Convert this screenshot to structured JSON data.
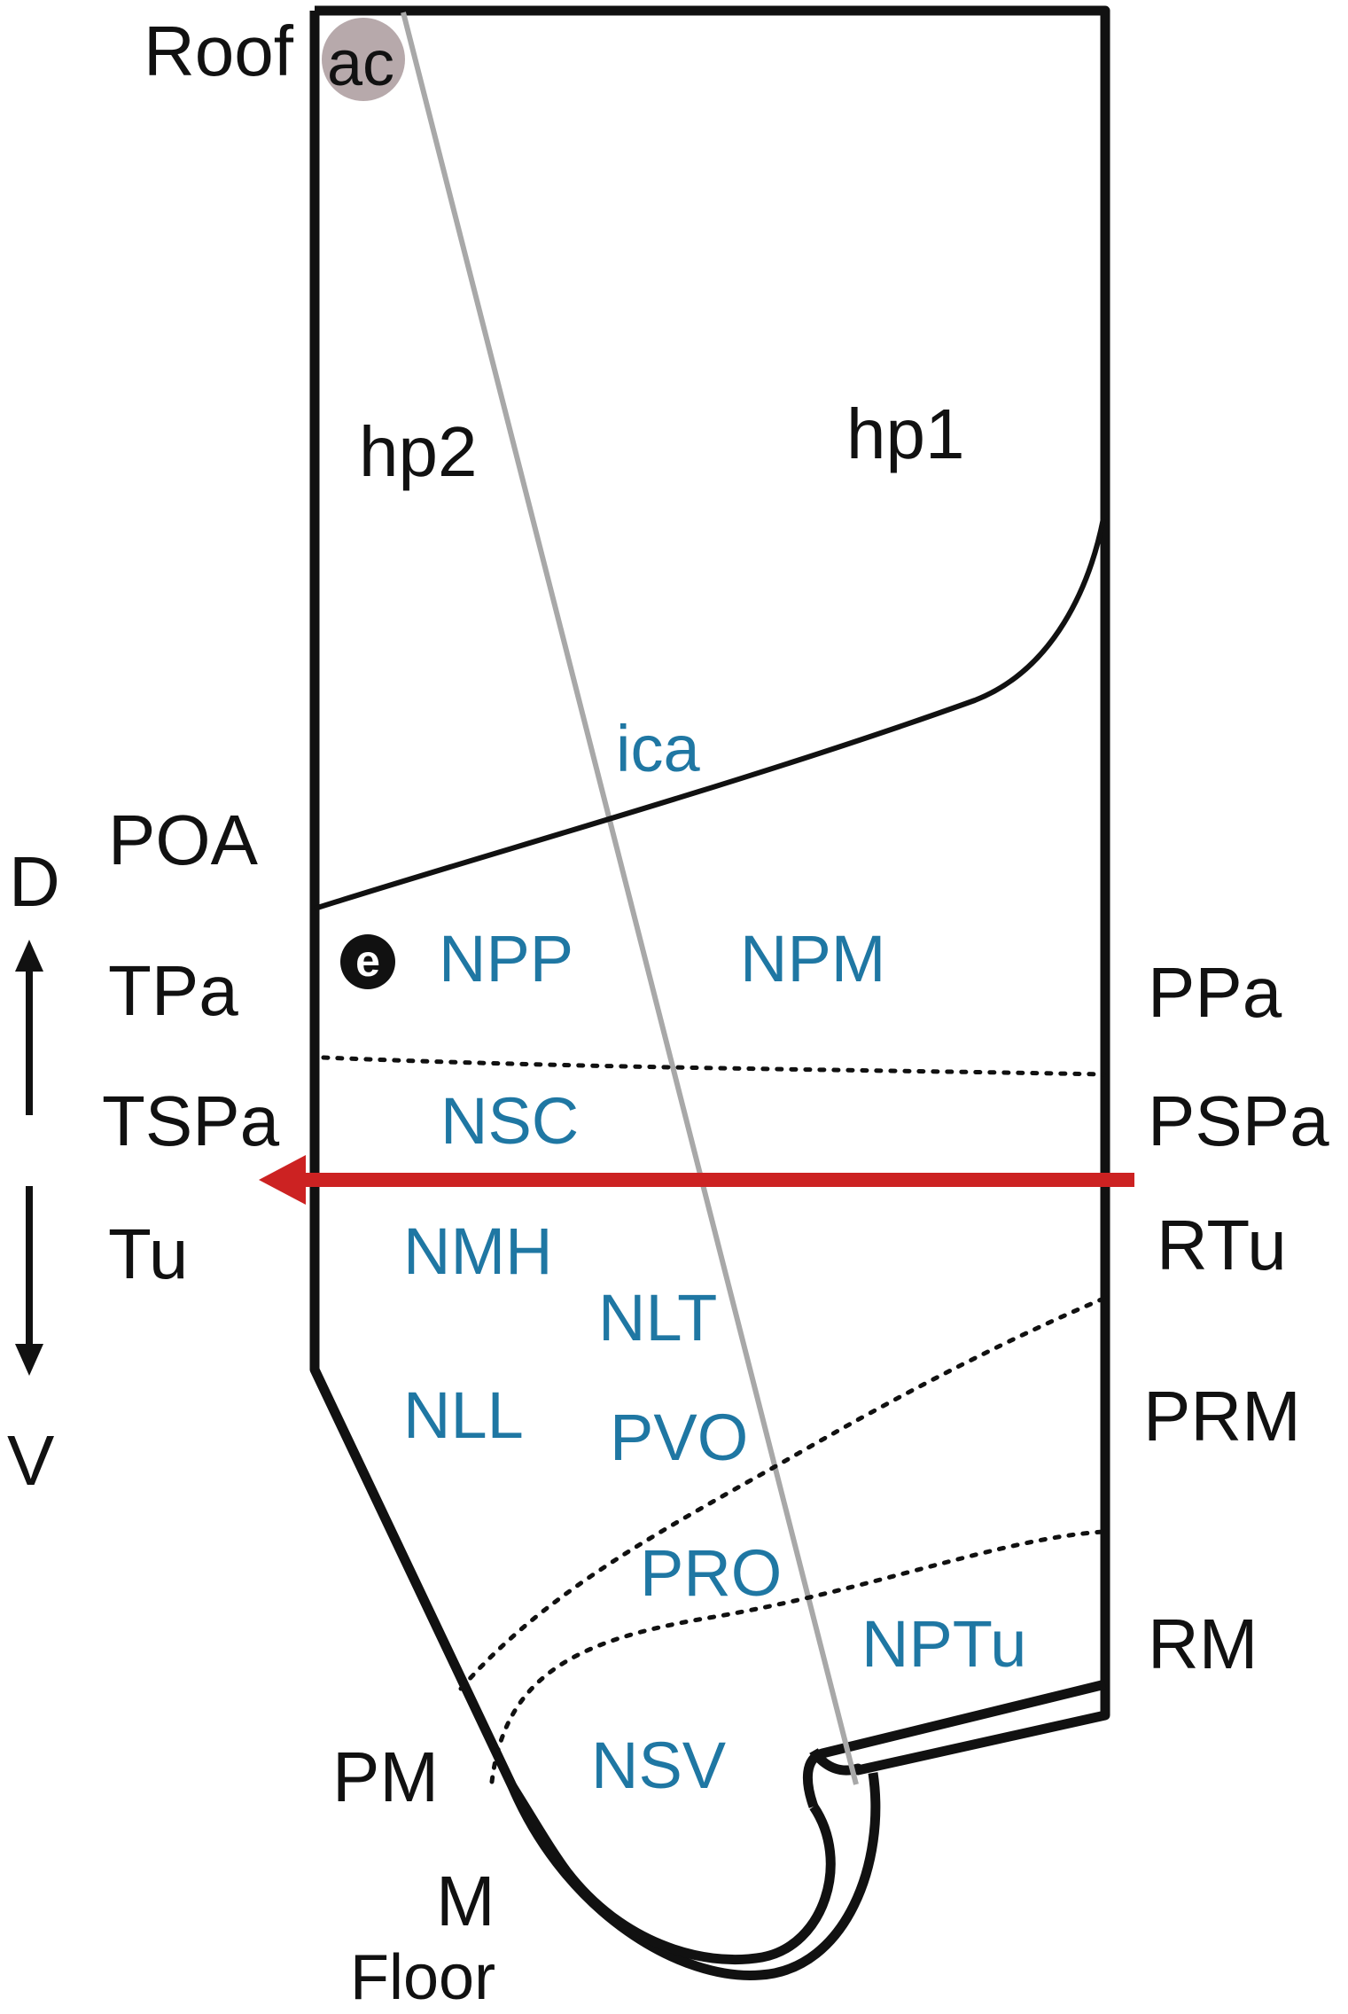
{
  "labels": {
    "roof": "Roof",
    "ac": "ac",
    "hp2": "hp2",
    "hp1": "hp1",
    "ica": "ica",
    "poa": "POA",
    "d": "D",
    "v": "V",
    "tpa": "TPa",
    "tspa": "TSPa",
    "tu": "Tu",
    "e": "e",
    "npp": "NPP",
    "npm": "NPM",
    "ppa": "PPa",
    "nsc": "NSC",
    "pspa": "PSPa",
    "nmh": "NMH",
    "rtu": "RTu",
    "nlt": "NLT",
    "nll": "NLL",
    "pvo": "PVO",
    "prm": "PRM",
    "pro": "PRO",
    "nptu": "NPTu",
    "rm": "RM",
    "pm": "PM",
    "nsv": "NSV",
    "m": "M",
    "floor": "Floor"
  },
  "colors": {
    "outline": "#111111",
    "region_label": "#1f77a3",
    "axis_line": "#a8a8a8",
    "arrow_red": "#cc2222",
    "ac_fill": "#b7a9ab"
  }
}
